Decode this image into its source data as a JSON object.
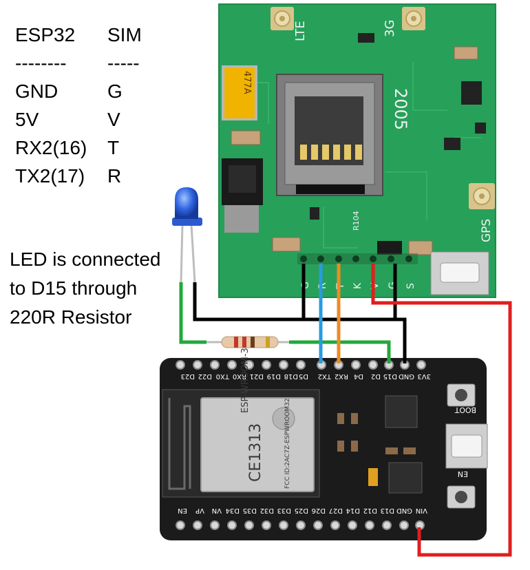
{
  "pin_table": {
    "header": {
      "left": "ESP32",
      "right": "SIM"
    },
    "divider": {
      "left": "--------",
      "right": "-----"
    },
    "rows": [
      {
        "esp32": "GND",
        "sim": "G"
      },
      {
        "esp32": "5V",
        "sim": "V"
      },
      {
        "esp32": "RX2(16)",
        "sim": "T"
      },
      {
        "esp32": "TX2(17)",
        "sim": "R"
      }
    ]
  },
  "note": {
    "line1": "LED is connected",
    "line2": "to D15 through",
    "line3": "220R Resistor"
  },
  "sim_module": {
    "antenna_labels": {
      "lte": "LTE",
      "g3": "3G",
      "gps": "GPS"
    },
    "part_marks": {
      "cap": "477A",
      "resistor": "R104",
      "chip": "2005"
    },
    "header_pins": [
      "G",
      "R",
      "T",
      "K",
      "V",
      "G",
      "S"
    ]
  },
  "esp32_board": {
    "module": {
      "brand": "ESP-WROOM-32",
      "mark": "CE1313",
      "fcc": "FCC ID:2AC7Z-ESPWROOM32"
    },
    "buttons": {
      "boot": "BOOT",
      "en": "EN"
    },
    "top_pins": [
      "D23",
      "D22",
      "TX0",
      "RX0",
      "D21",
      "D19",
      "D18",
      "D5",
      "TX2",
      "RX2",
      "D4",
      "D2",
      "D15",
      "GND",
      "3V3"
    ],
    "bottom_pins": [
      "EN",
      "VP",
      "VN",
      "D34",
      "D35",
      "D32",
      "D33",
      "D25",
      "D26",
      "D27",
      "D14",
      "D12",
      "D13",
      "GND",
      "VIN"
    ]
  },
  "wire_colors": {
    "gnd": "#000000",
    "vcc": "#e01e1e",
    "tx": "#f08a24",
    "rx": "#2a9be0",
    "led": "#22a83a"
  }
}
